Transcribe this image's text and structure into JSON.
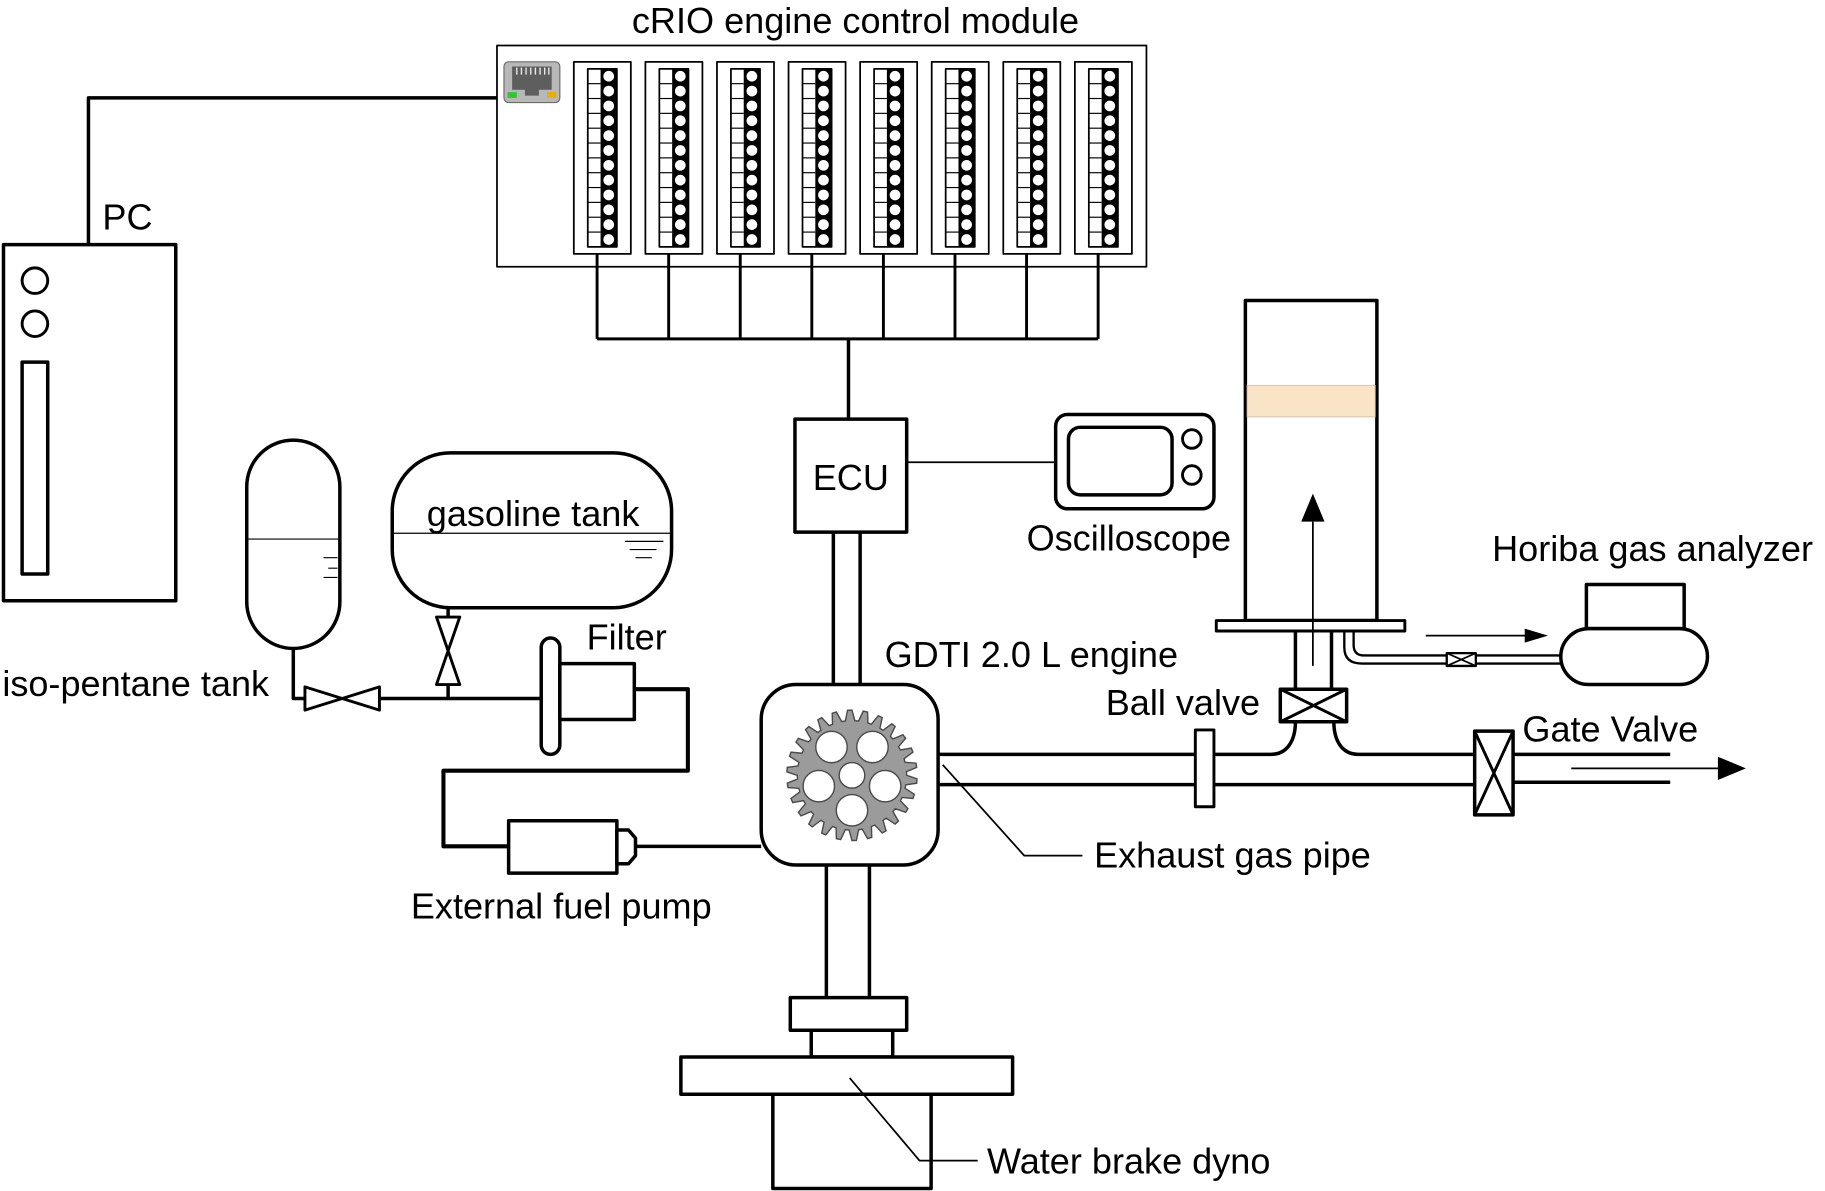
{
  "control": {
    "crio": "cRIO engine control module",
    "pc": "PC",
    "ecu": "ECU",
    "oscilloscope": "Oscilloscope"
  },
  "fuel_system": {
    "gasoline_tank": "gasoline tank",
    "iso_pentane_tank": "iso-pentane tank",
    "filter": "Filter",
    "fuel_pump": "External fuel pump"
  },
  "engine": {
    "name": "GDTI 2.0 L engine",
    "dyno": "Water brake dyno"
  },
  "exhaust": {
    "pipe": "Exhaust gas pipe",
    "ball_valve": "Ball valve",
    "gate_valve": "Gate Valve",
    "analyzer": "Horiba gas analyzer"
  },
  "colors": {
    "line": "#000000",
    "background": "#ffffff",
    "gear": "#9b9b9b",
    "sample_band": "#f9e4c8",
    "ethernet_port": "#b8b8b8",
    "led_green": "#35c435",
    "led_yellow": "#e3b000"
  }
}
